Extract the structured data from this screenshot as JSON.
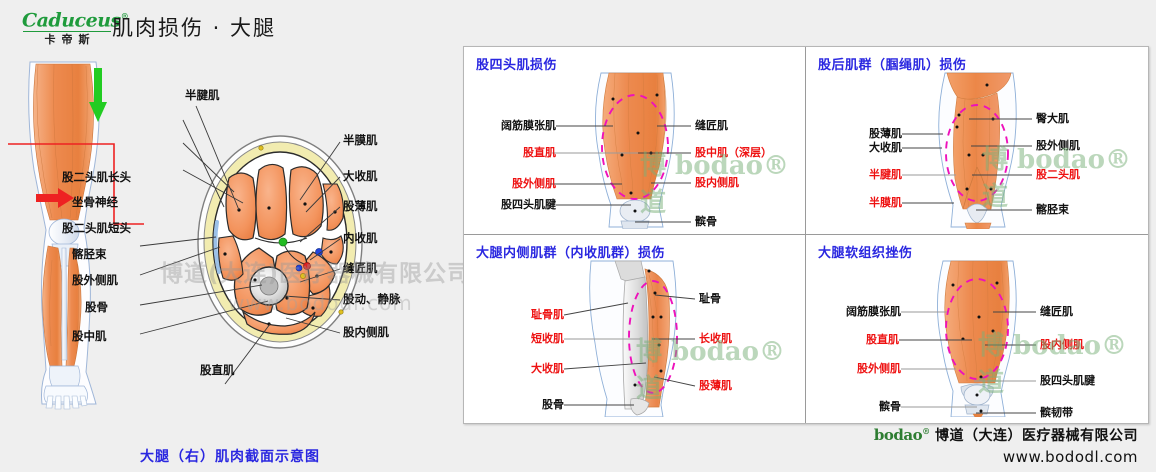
{
  "header": {
    "logo_word": "Caduceus",
    "logo_reg": "®",
    "logo_cn": "卡帝斯",
    "title": "肌肉损伤 · 大腿"
  },
  "left_figure": {
    "caption": "大腿（右）肌肉截面示意图",
    "watermark_cn": "博道(大连)医疗器械有限公司",
    "watermark_url": "www.bododl.com",
    "arrow_color": "#22cc22",
    "bracket_color": "#ee2222",
    "labels_left": [
      "股二头肌长头",
      "坐骨神经",
      "股二头肌短头",
      "髂胫束",
      "股外侧肌",
      "股骨",
      "股中肌"
    ],
    "label_top": "半腱肌",
    "label_bottom": "股直肌",
    "labels_right": [
      "半膜肌",
      "大收肌",
      "股薄肌",
      "内收肌",
      "缝匠肌",
      "股动、静脉",
      "股内侧肌"
    ]
  },
  "panels": [
    {
      "title": "股四头肌损伤",
      "watermark": "博 bodao® 道",
      "labels_left": [
        {
          "text": "阔筋膜张肌",
          "red": false
        },
        {
          "text": "股直肌",
          "red": true
        },
        {
          "text": "股外侧肌",
          "red": true
        },
        {
          "text": "股四头肌腱",
          "red": false
        }
      ],
      "labels_right": [
        {
          "text": "缝匠肌",
          "red": false
        },
        {
          "text": "股中肌（深层）",
          "red": true
        },
        {
          "text": "股内侧肌",
          "red": true
        },
        {
          "text": "髌骨",
          "red": false
        }
      ]
    },
    {
      "title": "股后肌群（腘绳肌）损伤",
      "watermark": "博 bodao® 道",
      "labels_left": [
        {
          "text": "股薄肌",
          "red": false
        },
        {
          "text": "大收肌",
          "red": false
        },
        {
          "text": "半腱肌",
          "red": true
        },
        {
          "text": "半膜肌",
          "red": true
        }
      ],
      "labels_right": [
        {
          "text": "臀大肌",
          "red": false
        },
        {
          "text": "股外侧肌",
          "red": false
        },
        {
          "text": "股二头肌",
          "red": true
        },
        {
          "text": "髂胫束",
          "red": false
        }
      ]
    },
    {
      "title": "大腿内侧肌群（内收肌群）损伤",
      "watermark": "博 bodao® 道",
      "labels_left": [
        {
          "text": "耻骨肌",
          "red": true
        },
        {
          "text": "短收肌",
          "red": true
        },
        {
          "text": "大收肌",
          "red": true
        },
        {
          "text": "股骨",
          "red": false
        }
      ],
      "labels_right": [
        {
          "text": "耻骨",
          "red": false
        },
        {
          "text": "长收肌",
          "red": true
        },
        {
          "text": "股薄肌",
          "red": true
        }
      ]
    },
    {
      "title": "大腿软组织挫伤",
      "watermark": "博 bodao® 道",
      "labels_left": [
        {
          "text": "阔筋膜张肌",
          "red": false
        },
        {
          "text": "股直肌",
          "red": true
        },
        {
          "text": "股外侧肌",
          "red": true
        },
        {
          "text": "髌骨",
          "red": false
        }
      ],
      "labels_right": [
        {
          "text": "缝匠肌",
          "red": false
        },
        {
          "text": "股内侧肌",
          "red": true
        },
        {
          "text": "股四头肌腱",
          "red": false
        },
        {
          "text": "髌韧带",
          "red": false
        }
      ]
    }
  ],
  "footer": {
    "brand": "bodao",
    "brand_reg": "®",
    "company": "博道（大连）医疗器械有限公司",
    "url": "www.bododl.com"
  },
  "colors": {
    "background": "#efefef",
    "panel_title": "#2a27e0",
    "label_red": "#ee1111",
    "muscle": "#ed8a4f",
    "fat": "#f2ecb0",
    "highlight_dashed": "#ee11bb",
    "brand_green": "#1f9b3c"
  }
}
